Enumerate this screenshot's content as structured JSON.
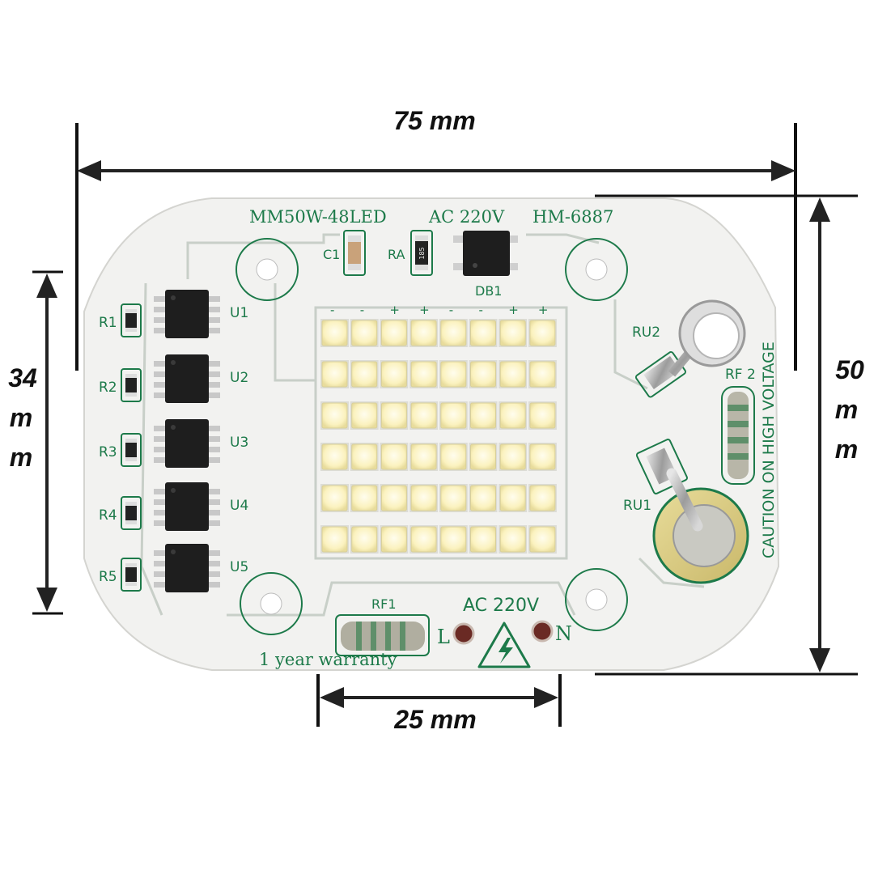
{
  "dimensions": {
    "width": "75  mm",
    "height": "50",
    "height_unit_1": "m",
    "height_unit_2": "m",
    "led_area": "34",
    "led_area_unit_1": "m",
    "led_area_unit_2": "m",
    "terminal_span": "25 mm"
  },
  "board": {
    "model": "MM50W-48LED",
    "voltage": "AC 220V",
    "part_number": "HM-6887",
    "ac_label": "AC 220V",
    "warranty": "1 year warranty",
    "caution": "CAUTION ON HIGH VOLTAGE",
    "terminal_l": "L",
    "terminal_n": "N",
    "ref_c1": "C1",
    "ref_ra": "RA",
    "ref_db1": "DB1",
    "ref_rv1": "RU1",
    "ref_rv2": "RU2",
    "ref_rf1": "RF1",
    "ref_rf2": "RF 2",
    "resistors": [
      "R1",
      "R2",
      "R3",
      "R4",
      "R5"
    ],
    "ics": [
      "U1",
      "U2",
      "U3",
      "U4",
      "U5"
    ],
    "polarity_marks": [
      "-",
      "-",
      "+",
      "+",
      "-",
      "-",
      "+",
      "+"
    ],
    "ra_marking": "185"
  },
  "colors": {
    "board": "#f2f2f0",
    "silkscreen": "#1d7a4a",
    "led": "#fbf4c8",
    "chip": "#1e1e1e"
  }
}
